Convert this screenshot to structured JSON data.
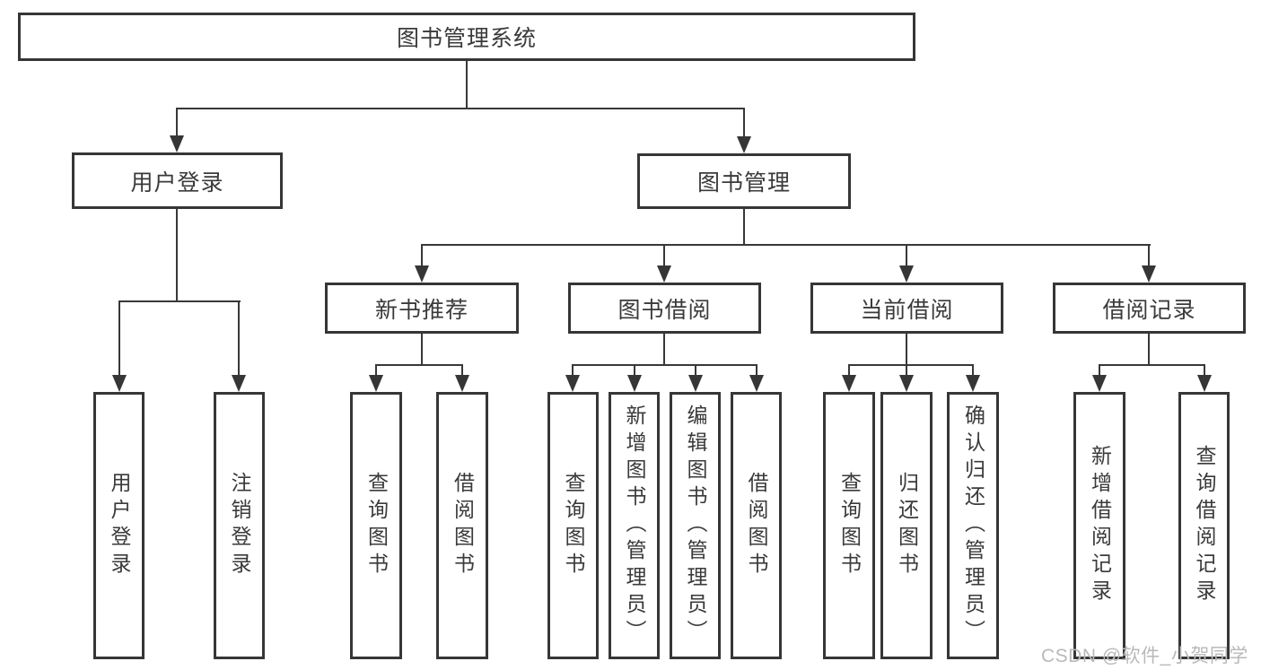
{
  "diagram": {
    "root": {
      "label": "图书管理系统"
    },
    "level2": {
      "user_login": {
        "label": "用户登录"
      },
      "book_management": {
        "label": "图书管理"
      }
    },
    "level3": {
      "new_book_recommend": {
        "label": "新书推荐"
      },
      "book_borrow": {
        "label": "图书借阅"
      },
      "current_borrow": {
        "label": "当前借阅"
      },
      "borrow_record": {
        "label": "借阅记录"
      }
    },
    "leaves": {
      "user_login_action": {
        "label": "用户登录"
      },
      "logout": {
        "label": "注销登录"
      },
      "nb_query_book": {
        "label": "查询图书"
      },
      "nb_borrow_book": {
        "label": "借阅图书"
      },
      "bb_query_book": {
        "label": "查询图书"
      },
      "bb_add_book_admin": {
        "label": "新增图书（管理员）"
      },
      "bb_edit_book_admin": {
        "label": "编辑图书（管理员）"
      },
      "bb_borrow_book": {
        "label": "借阅图书"
      },
      "cb_query_book": {
        "label": "查询图书"
      },
      "cb_return_book": {
        "label": "归还图书"
      },
      "cb_confirm_return_admin": {
        "label": "确认归还（管理员）"
      },
      "br_add_record": {
        "label": "新增借阅记录"
      },
      "br_query_record": {
        "label": "查询借阅记录"
      }
    },
    "watermark": {
      "text": "CSDN @软件_小贺同学"
    },
    "colors": {
      "line": "#383838",
      "box_border": "#363636",
      "text": "#3a3a3a",
      "watermark": "#b9b9b9",
      "background": "#ffffff"
    }
  }
}
